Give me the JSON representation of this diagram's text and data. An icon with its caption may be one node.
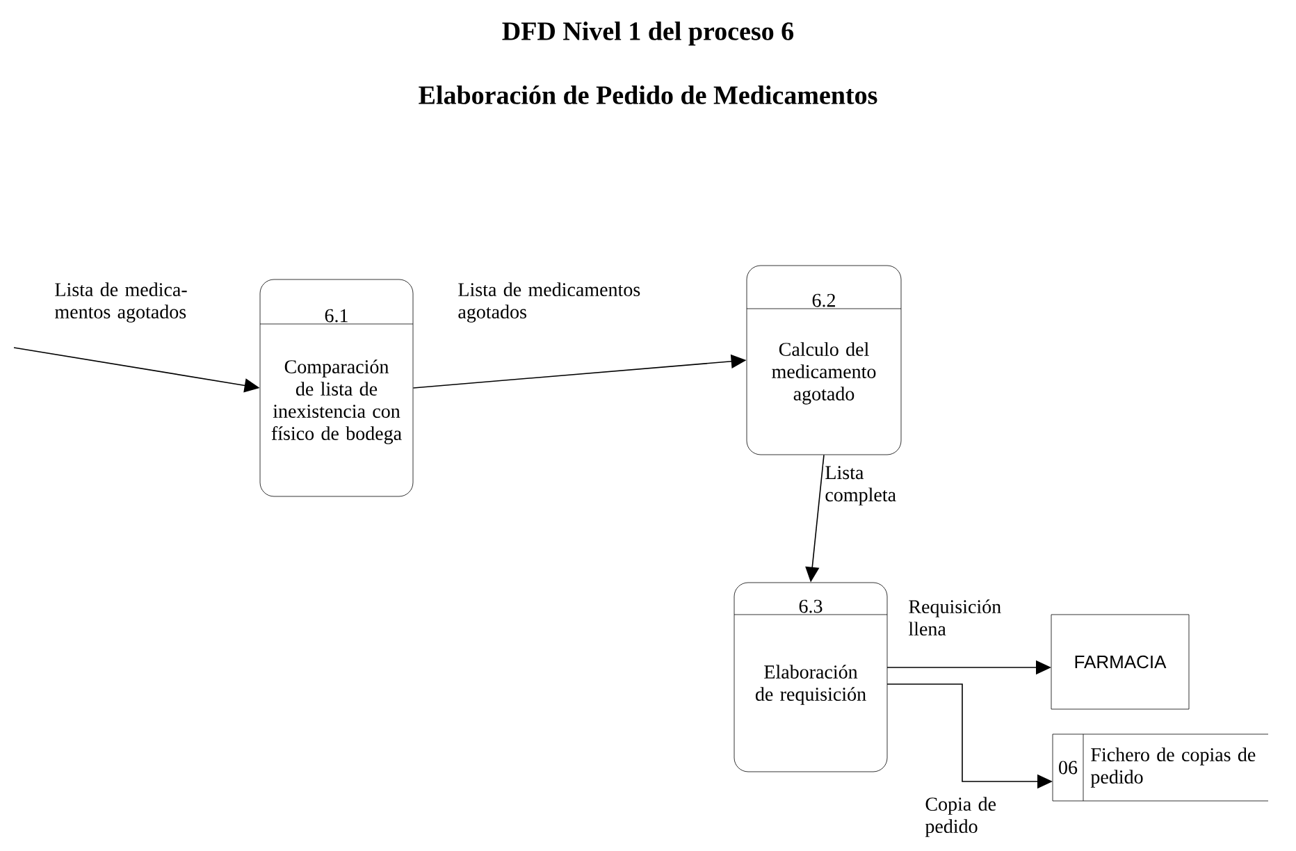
{
  "diagram": {
    "title": "DFD Nivel 1 del proceso 6",
    "caption": "Elaboración  de Pedido de Medicamentos",
    "nodes": [
      {
        "text": [
          "6.1",
          "Comparación de lista de inexistencia con físico de bodega"
        ]
      },
      {
        "text": [
          "6.2",
          "Calculo del medicamento agotado"
        ]
      },
      {
        "text": [
          "6.3",
          "Elaboración de requisición"
        ]
      },
      {
        "text": [
          "FARMACIA"
        ]
      },
      {
        "text": [
          "06",
          "Fichero de copias de pedido"
        ]
      }
    ],
    "edges": [
      {
        "from": null,
        "to": 0,
        "arrow": "to",
        "label": "Lista de medica- mentos agotados"
      },
      {
        "from": 0,
        "to": 1,
        "arrow": "to",
        "label": "Lista de medicamentos agotados"
      },
      {
        "from": 1,
        "to": 2,
        "arrow": "to",
        "label": "Lista completa"
      },
      {
        "from": 2,
        "to": 3,
        "arrow": "to",
        "label": "Requisición llena"
      },
      {
        "from": 2,
        "to": 4,
        "arrow": "to",
        "label": "Copia de pedido"
      }
    ]
  }
}
